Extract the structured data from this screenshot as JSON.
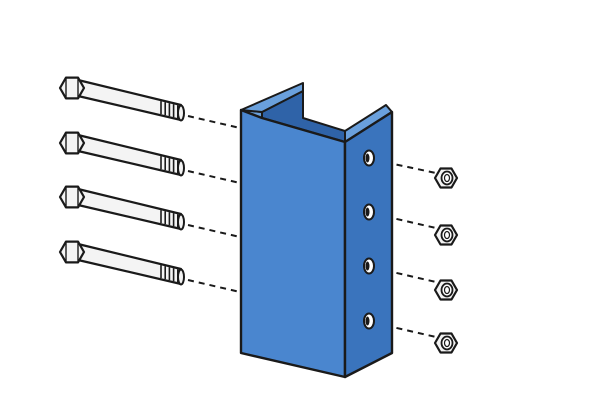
{
  "diagram": {
    "colors": {
      "background": "#ffffff",
      "bracket_front": "#4a86cf",
      "bracket_side": "#3a74bd",
      "bracket_top": "#6aa0dc",
      "bracket_inner": "#2f63a8",
      "outline": "#1a1a1a",
      "bolt_fill": "#f4f4f4",
      "nut_fill": "#f4f4f4",
      "hole_fill": "#ffffff"
    },
    "bolts": [
      {
        "id": "bolt-1",
        "icon": "hex-bolt-icon"
      },
      {
        "id": "bolt-2",
        "icon": "hex-bolt-icon"
      },
      {
        "id": "bolt-3",
        "icon": "hex-bolt-icon"
      },
      {
        "id": "bolt-4",
        "icon": "hex-bolt-icon"
      }
    ],
    "nuts": [
      {
        "id": "nut-1",
        "icon": "hex-nut-icon"
      },
      {
        "id": "nut-2",
        "icon": "hex-nut-icon"
      },
      {
        "id": "nut-3",
        "icon": "hex-nut-icon"
      },
      {
        "id": "nut-4",
        "icon": "hex-nut-icon"
      }
    ],
    "bracket": {
      "icon": "channel-bracket-icon",
      "hole_count": 4
    }
  }
}
